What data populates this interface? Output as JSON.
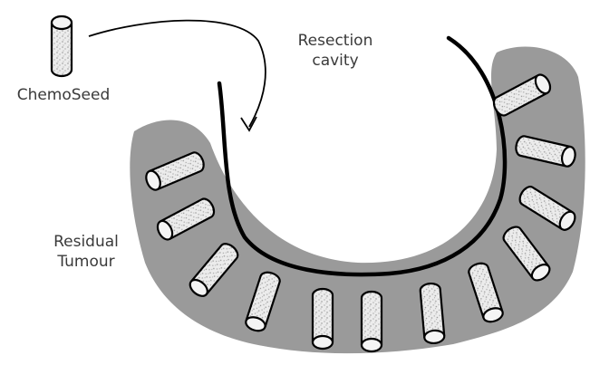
{
  "labels": {
    "chemoseed": "ChemoSeed",
    "resection_line1": "Resection",
    "resection_line2": "cavity",
    "residual_line1": "Residual",
    "residual_line2": "Tumour"
  },
  "colors": {
    "tumour_fill": "#9a9a9a",
    "seed_fill": "#e6e6e6",
    "seed_stroke": "#000000",
    "cavity_line": "#000000"
  },
  "icons": {
    "seed": "cylinder-seed-icon",
    "arrow": "curved-arrow-icon"
  }
}
